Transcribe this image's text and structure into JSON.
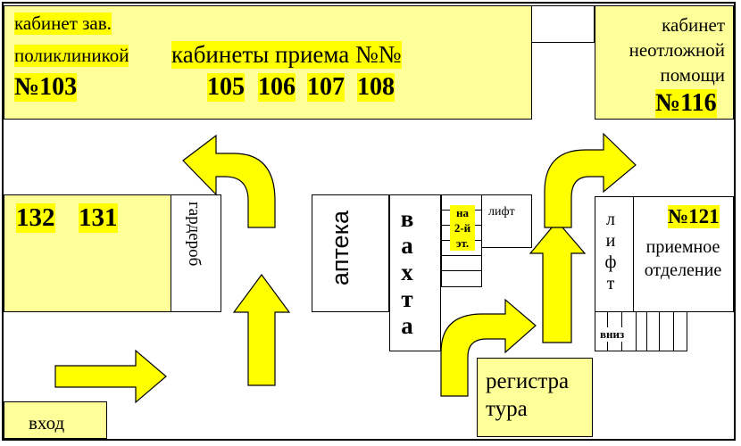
{
  "colors": {
    "room_fill": "#ffff99",
    "arrow_fill": "#ffff00",
    "highlight": "#ffff00",
    "outline": "#000000"
  },
  "top_left": {
    "line1": "кабинет зав.",
    "line2": "поликлиникой",
    "number": "№103",
    "reception_title": "кабинеты приема №№",
    "reception_numbers": [
      "105",
      "106",
      "107",
      "108"
    ]
  },
  "top_right": {
    "lines": [
      "кабинет",
      "неотложной",
      "помощи"
    ],
    "number": "№116"
  },
  "left_room": {
    "numbers": [
      "132",
      "131"
    ]
  },
  "wardrobe": "гардероб",
  "pharmacy": "аптека",
  "guard_letters": [
    "в",
    "а",
    "х",
    "т",
    "а"
  ],
  "stairs_up": [
    "на",
    "2-й",
    "эт."
  ],
  "lift_top": "лифт",
  "right_block": {
    "number": "№121",
    "lift_letters": [
      "л",
      "и",
      "ф",
      "т"
    ],
    "admission": [
      "приемное",
      "отделение"
    ],
    "stairs_down": "вниз"
  },
  "registry": [
    "регистра",
    "тура"
  ],
  "entrance": "вход"
}
